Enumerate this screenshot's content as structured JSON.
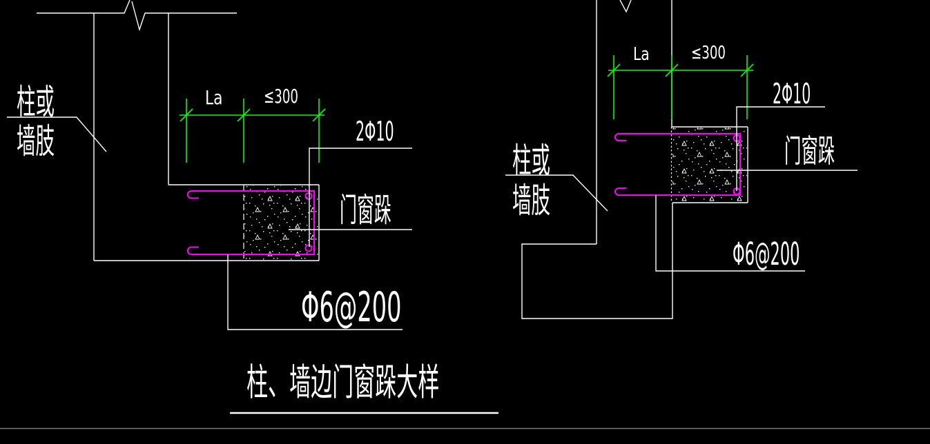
{
  "window": {
    "background": "#000000",
    "bottom_edge_color": "#7d7d7d"
  },
  "colors": {
    "outline": "#ffffff",
    "dimension": "#00ff00",
    "rebar": "#ff00ff"
  },
  "title": "柱、墙边门窗跺大样",
  "left_detail": {
    "wall_label_line1": "柱或",
    "wall_label_line2": "墙肢",
    "dim_anchorage": "La",
    "dim_pier_width": "≤300",
    "label_vertical_bars": "2Φ10",
    "label_pier": "门窗跺",
    "label_ties": "Φ6@200"
  },
  "right_detail": {
    "wall_label_line1": "柱或",
    "wall_label_line2": "墙肢",
    "dim_anchorage": "La",
    "dim_pier_width": "≤300",
    "label_vertical_bars": "2Φ10",
    "label_pier": "门窗跺",
    "label_ties": "Φ6@200"
  }
}
